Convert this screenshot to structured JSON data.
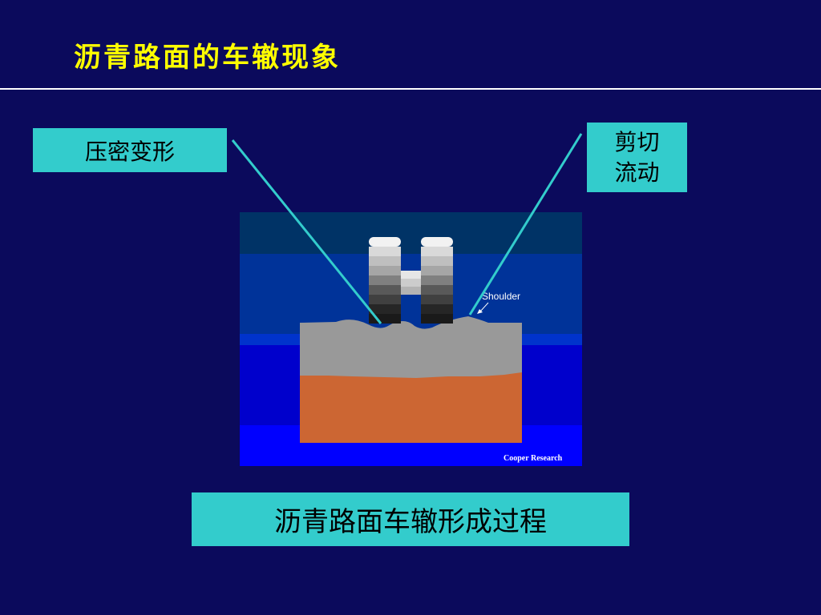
{
  "slide": {
    "title": "沥青路面的车辙现象",
    "labels": {
      "compaction": "压密变形",
      "shear_line1": "剪切",
      "shear_line2": "流动"
    },
    "caption": "沥青路面车辙形成过程"
  },
  "figure": {
    "shoulder_label": "Shoulder",
    "credit": "Cooper Research",
    "colors": {
      "sky_dark": "#003366",
      "sky_mid": "#003399",
      "band_blue": "#0000cc",
      "band_bright": "#0000ff",
      "asphalt": "#999999",
      "base_layer": "#cc6633",
      "line": "#33cccc"
    }
  }
}
